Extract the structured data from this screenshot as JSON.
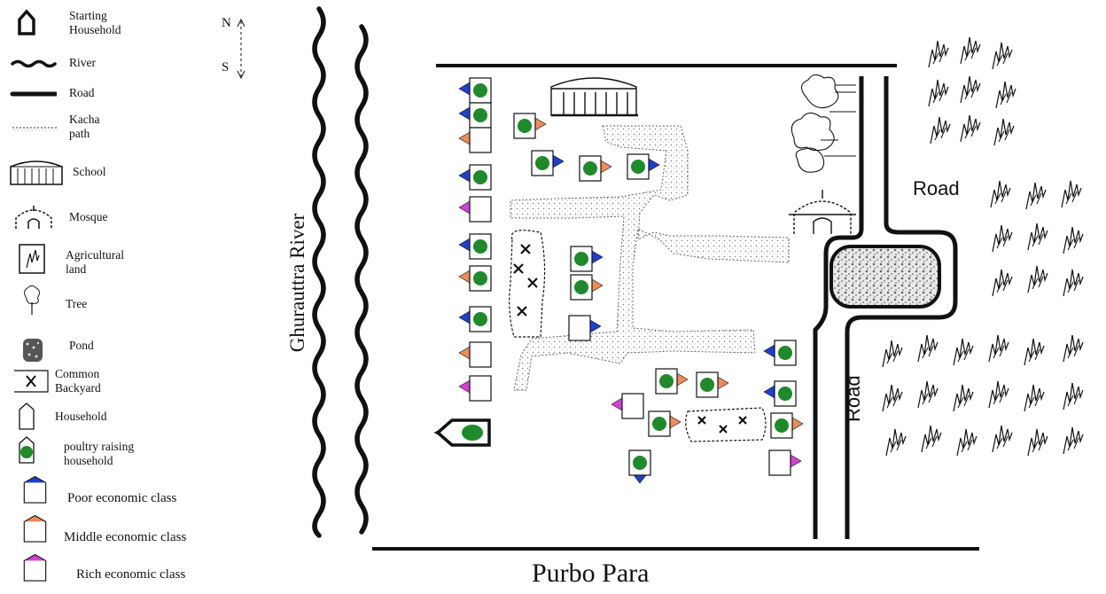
{
  "legend": {
    "items": [
      {
        "key": "starting_household",
        "label": "Starting\nHousehold",
        "icon": "starting-household-icon"
      },
      {
        "key": "river",
        "label": "River",
        "icon": "river-icon"
      },
      {
        "key": "road",
        "label": "Road",
        "icon": "road-icon"
      },
      {
        "key": "kacha_path",
        "label": "Kacha\npath",
        "icon": "kacha-path-icon"
      },
      {
        "key": "school",
        "label": "School",
        "icon": "school-icon"
      },
      {
        "key": "mosque",
        "label": "Mosque",
        "icon": "mosque-icon"
      },
      {
        "key": "agricultural_land",
        "label": "Agricultural\nland",
        "icon": "agricultural-land-icon"
      },
      {
        "key": "tree",
        "label": "Tree",
        "icon": "tree-icon"
      },
      {
        "key": "pond",
        "label": "Pond",
        "icon": "pond-icon"
      },
      {
        "key": "common_backyard",
        "label": "Common\nBackyard",
        "icon": "common-backyard-icon"
      },
      {
        "key": "household",
        "label": "Household",
        "icon": "household-icon"
      },
      {
        "key": "poultry_household",
        "label": "poultry raising\nhousehold",
        "icon": "poultry-household-icon"
      },
      {
        "key": "poor",
        "label": "Poor economic class",
        "icon": "poor-class-icon"
      },
      {
        "key": "middle",
        "label": "Middle economic class",
        "icon": "middle-class-icon"
      },
      {
        "key": "rich",
        "label": "Rich economic class",
        "icon": "rich-class-icon"
      }
    ]
  },
  "compass": {
    "north": "N",
    "south": "S"
  },
  "labels": {
    "river": "Ghurauttra River",
    "road_top": "Road",
    "road_bottom": "Road",
    "area": "Purbo Para"
  },
  "colors": {
    "poor": "#1f3fd1",
    "middle": "#ef8a5a",
    "rich": "#d63fd6",
    "poultry": "#1e8a2a",
    "ink": "#111111"
  }
}
